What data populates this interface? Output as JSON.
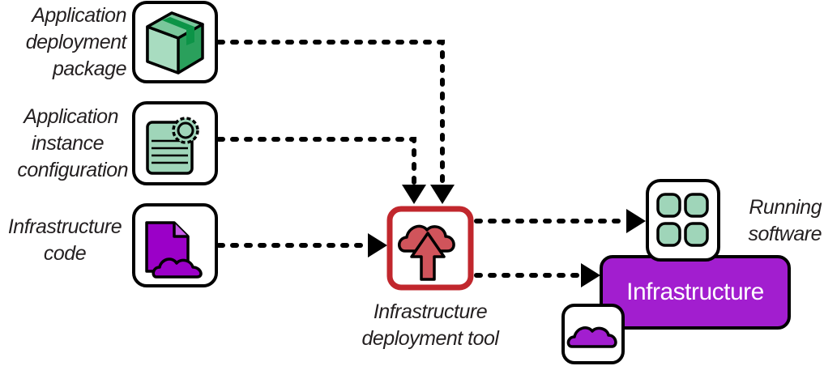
{
  "inputs": [
    {
      "label_lines": [
        "Application",
        "deployment",
        "package"
      ],
      "icon": "package-box-icon"
    },
    {
      "label_lines": [
        "Application",
        "instance",
        "configuration"
      ],
      "icon": "config-document-gear-icon"
    },
    {
      "label_lines": [
        "Infrastructure",
        "code"
      ],
      "icon": "code-file-cloud-icon"
    }
  ],
  "tool": {
    "label_lines": [
      "Infrastructure",
      "deployment tool"
    ],
    "icon": "cloud-upload-icon"
  },
  "outputs": {
    "running_software": {
      "label_lines": [
        "Running",
        "software"
      ],
      "icon": "app-grid-icon"
    },
    "infrastructure": {
      "label": "Infrastructure",
      "icon": "cloud-icon"
    }
  },
  "colors": {
    "green_light": "#9fd5b9",
    "green_dark": "#2aa05c",
    "tool_red": "#c1272d",
    "tool_fill": "#d0545b",
    "purple": "#a21ecf",
    "outline": "#000000"
  }
}
